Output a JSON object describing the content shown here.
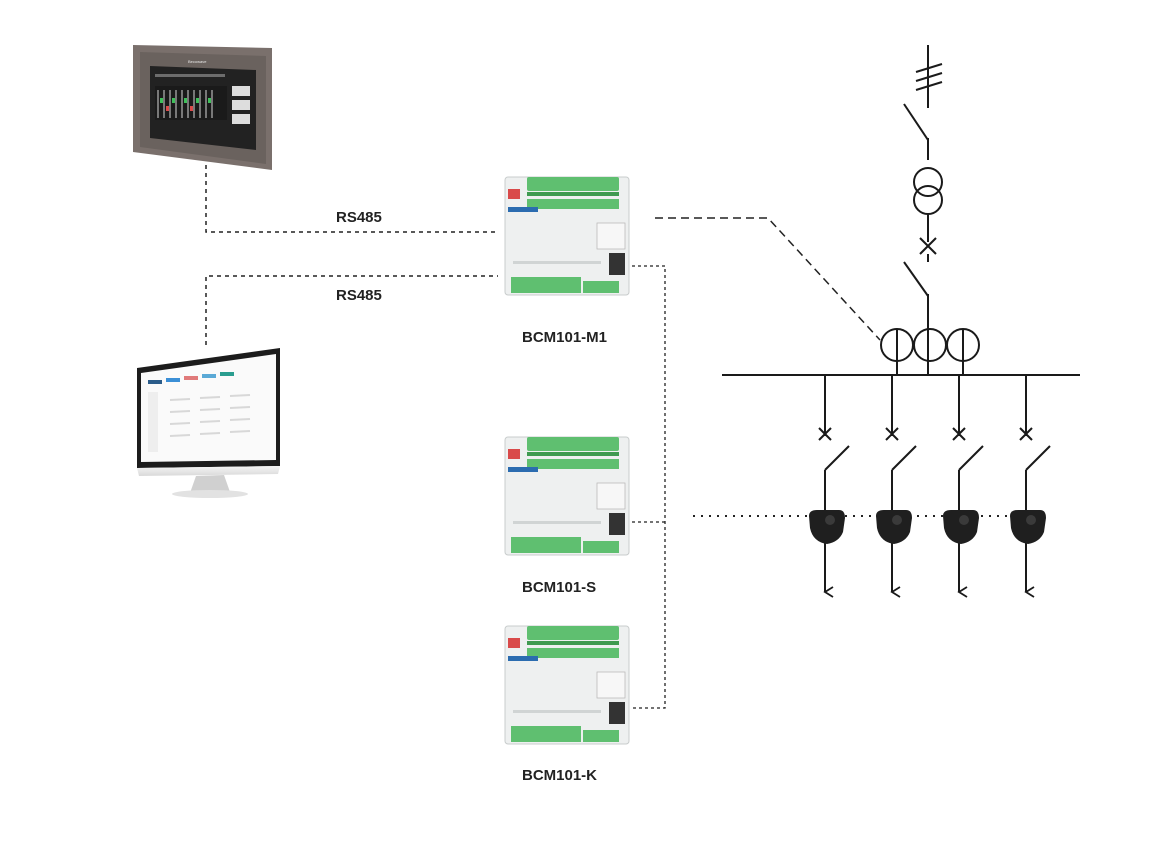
{
  "links": {
    "top_label": "RS485",
    "bottom_label": "RS485"
  },
  "devices": [
    {
      "label": "BCM101-M1"
    },
    {
      "label": "BCM101-S"
    },
    {
      "label": "BCM101-K"
    }
  ],
  "screen_brand": "Becowave",
  "colors": {
    "terminal_green": "#5fbf70",
    "module_body": "#eef0f0",
    "hmi_frame": "#7a706c",
    "line": "#1a1a1a",
    "label": "#222222"
  }
}
